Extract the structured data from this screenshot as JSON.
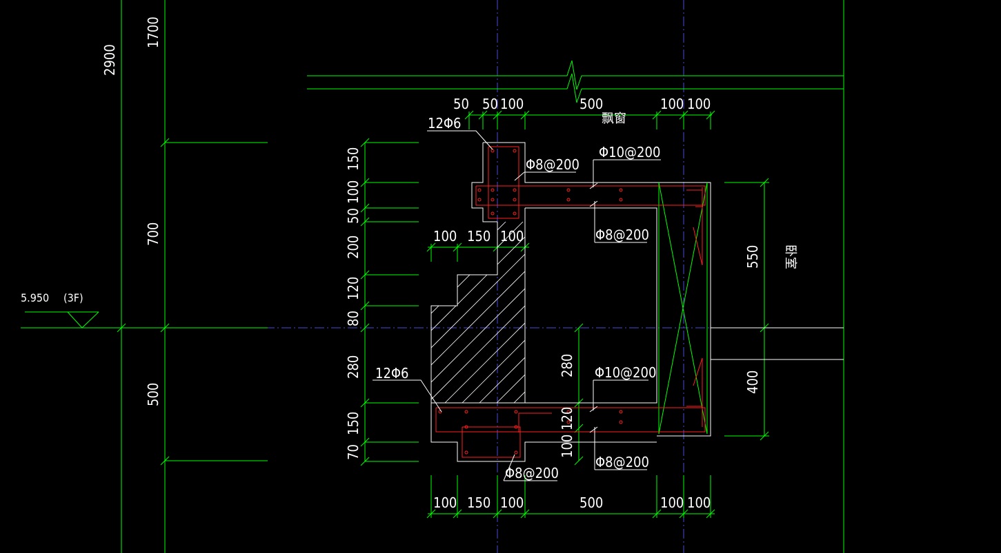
{
  "drawing": {
    "colors": {
      "background": "#000000",
      "dimension_lines": "#00ff00",
      "outline": "#ffffff",
      "rebar": "#ff2020",
      "axis": "#4a4ad8"
    },
    "elevation": {
      "level": "5.950",
      "floor": "(3F)"
    },
    "room_labels": {
      "bay_window": "飘窗",
      "bedroom": "卧室"
    },
    "left_vertical_dims": {
      "total": "2900",
      "top": "1700",
      "middle": "700",
      "bottom": "500"
    },
    "section_vertical_dims": {
      "d150_top": "150",
      "d100": "100",
      "d50": "50",
      "d200": "200",
      "d120": "120",
      "d80": "80",
      "d280": "280",
      "d150_bottom": "150",
      "d70": "70"
    },
    "inner_vertical_dims": {
      "d280": "280",
      "d120": "120",
      "d100": "100"
    },
    "right_vertical_dims": {
      "d550": "550",
      "d400": "400"
    },
    "top_horizontal_dims": {
      "d50a": "50",
      "d50b": "50",
      "d100a": "100",
      "d500": "500",
      "d100b": "100",
      "d100c": "100"
    },
    "mid_horizontal_dims": {
      "d100": "100",
      "d150": "150",
      "d100b": "100"
    },
    "bottom_horizontal_dims": {
      "d100a": "100",
      "d150": "150",
      "d100b": "100",
      "d500": "500",
      "d100c": "100",
      "d100d": "100"
    },
    "rebar_labels": {
      "top_main": "12Φ6",
      "top_stirrup": "Φ8@200",
      "top_slab_upper": "Φ10@200",
      "top_slab_lower": "Φ8@200",
      "bottom_main": "12Φ6",
      "bottom_slab_upper": "Φ10@200",
      "bottom_slab_lower": "Φ8@200",
      "bottom_stirrup": "Φ8@200"
    }
  }
}
